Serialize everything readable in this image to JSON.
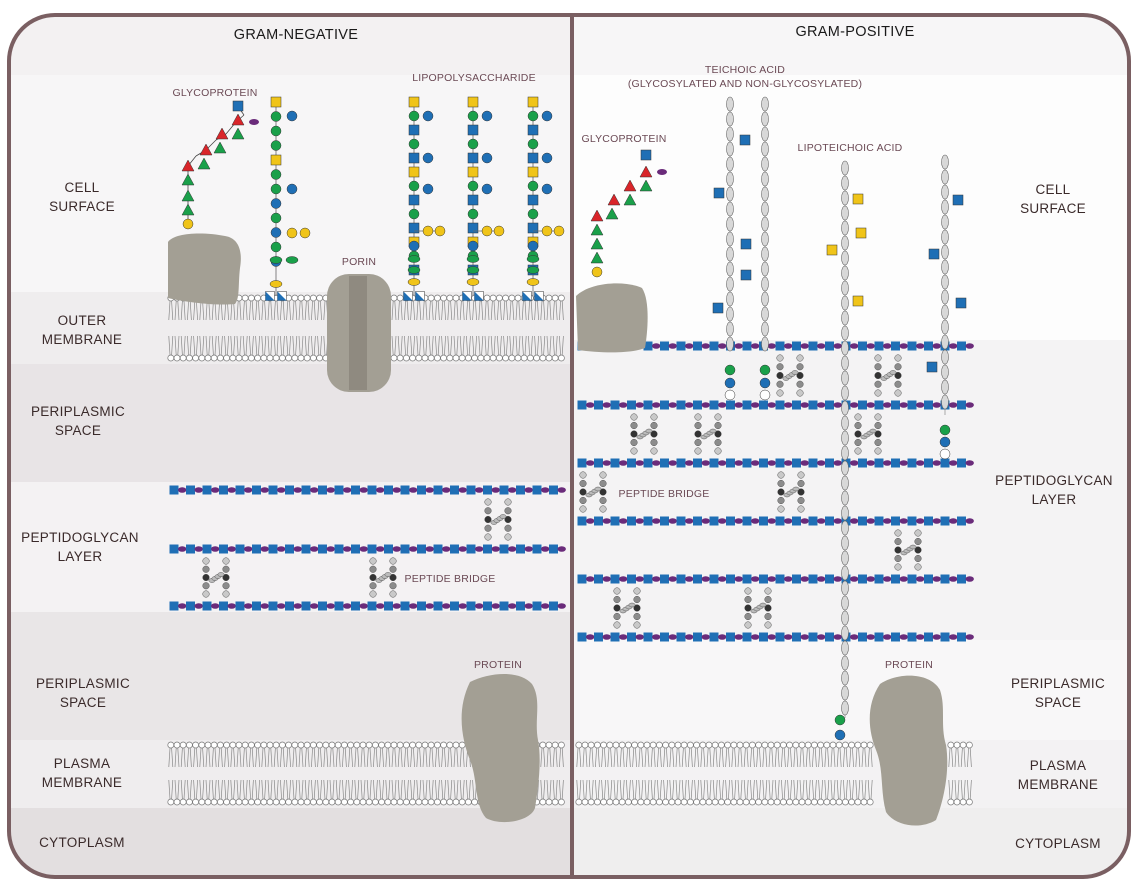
{
  "titles": {
    "left": "GRAM-NEGATIVE",
    "right": "GRAM-POSITIVE"
  },
  "left_regions": {
    "cell_surface": [
      "CELL",
      "SURFACE"
    ],
    "outer_membrane": [
      "OUTER",
      "MEMBRANE"
    ],
    "periplasmic_space_top": [
      "PERIPLASMIC",
      "SPACE"
    ],
    "peptidoglycan": [
      "PEPTIDOGLYCAN",
      "LAYER"
    ],
    "periplasmic_space_bottom": [
      "PERIPLASMIC",
      "SPACE"
    ],
    "plasma_membrane": [
      "PLASMA",
      "MEMBRANE"
    ],
    "cytoplasm": "CYTOPLASM"
  },
  "right_regions": {
    "cell_surface": [
      "CELL",
      "SURFACE"
    ],
    "peptidoglycan": [
      "PEPTIDOGLYCAN",
      "LAYER"
    ],
    "periplasmic_space": [
      "PERIPLASMIC",
      "SPACE"
    ],
    "plasma_membrane": [
      "PLASMA",
      "MEMBRANE"
    ],
    "cytoplasm": "CYTOPLASM"
  },
  "molecule_labels": {
    "glycoprotein_left": "GLYCOPROTEIN",
    "lipopolysaccharide": "LIPOPOLYSACCHARIDE",
    "porin": "PORIN",
    "peptide_bridge_left": "PEPTIDE BRIDGE",
    "protein_left": "PROTEIN",
    "teichoic_acid": [
      "TEICHOIC ACID",
      "(GLYCOSYLATED AND NON-GLYCOSYLATED)"
    ],
    "glycoprotein_right": "GLYCOPROTEIN",
    "lipoteichoic_acid": "LIPOTEICHOIC ACID",
    "peptide_bridge_right": "PEPTIDE BRIDGE",
    "protein_right": "PROTEIN"
  },
  "colors": {
    "frame": "#7a5f62",
    "glcnac_square": "#1f6fb5",
    "murnac_oval": "#6a2b7a",
    "mannose_circle": "#1aa04a",
    "galactose_square": "#f0c419",
    "fucose_triangle": "#d9252a",
    "protein": "#a39f94",
    "membrane_head": "#ffffff"
  }
}
